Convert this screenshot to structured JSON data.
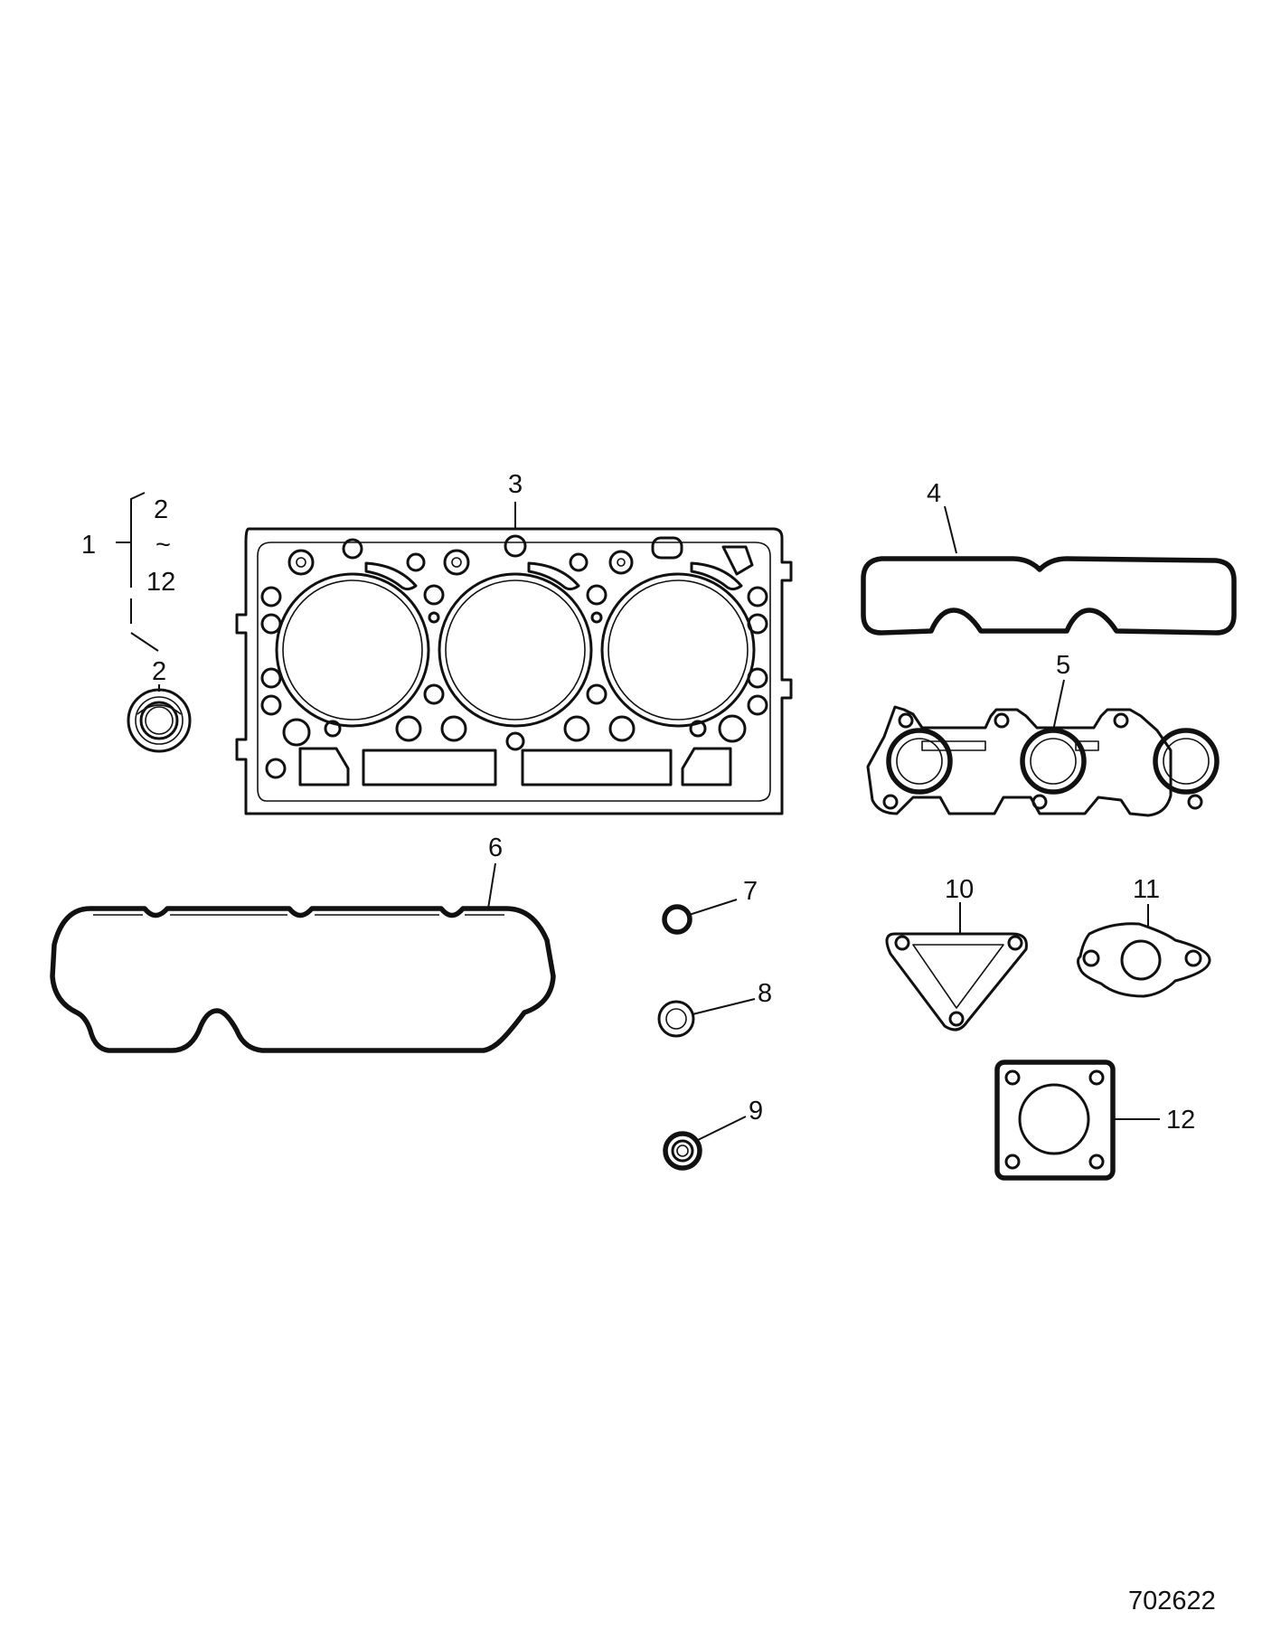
{
  "figure_number": "702622",
  "kit_callout": {
    "number": "1",
    "range_start": "2",
    "range_sep": "~",
    "range_end": "12"
  },
  "callouts": {
    "c2": "2",
    "c3": "3",
    "c4": "4",
    "c5": "5",
    "c6": "6",
    "c7": "7",
    "c8": "8",
    "c9": "9",
    "c10": "10",
    "c11": "11",
    "c12": "12"
  }
}
